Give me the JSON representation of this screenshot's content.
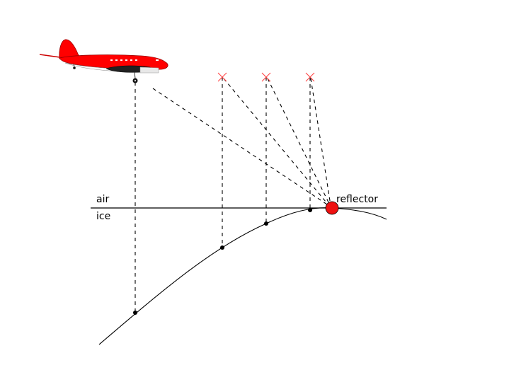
{
  "labels": {
    "air": "air",
    "ice": "ice",
    "reflector": "reflector"
  },
  "colors": {
    "aircraft_body": "#ff0000",
    "reflector": "#ee1111",
    "marker": "#ff4444",
    "lines": "#000000"
  },
  "icons": {
    "aircraft": "airplane-icon",
    "marker": "x-mark-icon",
    "reflector": "filled-circle-icon"
  }
}
